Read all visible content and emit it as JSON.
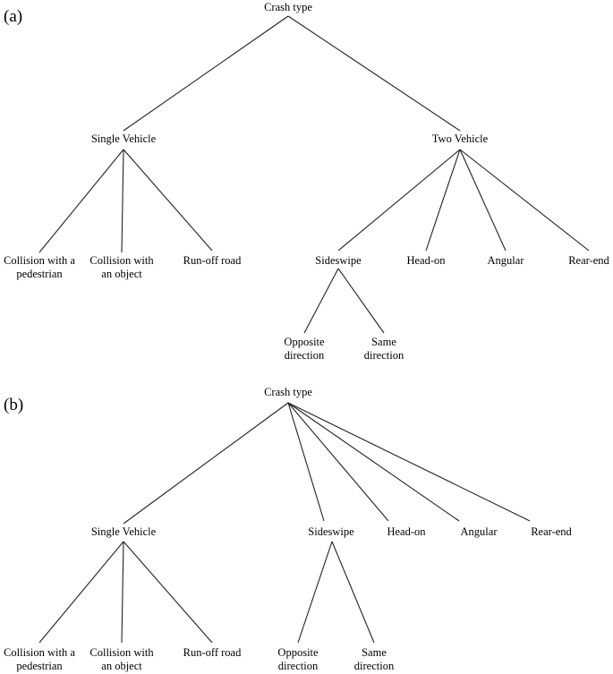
{
  "panels": [
    {
      "label": "(a)",
      "nodes": [
        {
          "id": "root",
          "lines": [
            "Crash type"
          ]
        },
        {
          "id": "single",
          "lines": [
            "Single Vehicle"
          ]
        },
        {
          "id": "two",
          "lines": [
            "Two Vehicle"
          ]
        },
        {
          "id": "ped",
          "lines": [
            "Collision with a",
            "pedestrian"
          ]
        },
        {
          "id": "obj",
          "lines": [
            "Collision with",
            "an object"
          ]
        },
        {
          "id": "run",
          "lines": [
            "Run-off road"
          ]
        },
        {
          "id": "side",
          "lines": [
            "Sideswipe"
          ]
        },
        {
          "id": "head",
          "lines": [
            "Head-on"
          ]
        },
        {
          "id": "ang",
          "lines": [
            "Angular"
          ]
        },
        {
          "id": "rear",
          "lines": [
            "Rear-end"
          ]
        },
        {
          "id": "opp",
          "lines": [
            "Opposite",
            "direction"
          ]
        },
        {
          "id": "same",
          "lines": [
            "Same",
            "direction"
          ]
        }
      ],
      "edges": [
        [
          "root",
          "single"
        ],
        [
          "root",
          "two"
        ],
        [
          "single",
          "ped"
        ],
        [
          "single",
          "obj"
        ],
        [
          "single",
          "run"
        ],
        [
          "two",
          "side"
        ],
        [
          "two",
          "head"
        ],
        [
          "two",
          "ang"
        ],
        [
          "two",
          "rear"
        ],
        [
          "side",
          "opp"
        ],
        [
          "side",
          "same"
        ]
      ]
    },
    {
      "label": "(b)",
      "nodes": [
        {
          "id": "root",
          "lines": [
            "Crash type"
          ]
        },
        {
          "id": "single",
          "lines": [
            "Single Vehicle"
          ]
        },
        {
          "id": "side",
          "lines": [
            "Sideswipe"
          ]
        },
        {
          "id": "head",
          "lines": [
            "Head-on"
          ]
        },
        {
          "id": "ang",
          "lines": [
            "Angular"
          ]
        },
        {
          "id": "rear",
          "lines": [
            "Rear-end"
          ]
        },
        {
          "id": "ped",
          "lines": [
            "Collision with a",
            "pedestrian"
          ]
        },
        {
          "id": "obj",
          "lines": [
            "Collision with",
            "an object"
          ]
        },
        {
          "id": "run",
          "lines": [
            "Run-off road"
          ]
        },
        {
          "id": "opp",
          "lines": [
            "Opposite",
            "direction"
          ]
        },
        {
          "id": "same",
          "lines": [
            "Same",
            "direction"
          ]
        }
      ],
      "edges": [
        [
          "root",
          "single"
        ],
        [
          "root",
          "side"
        ],
        [
          "root",
          "head"
        ],
        [
          "root",
          "ang"
        ],
        [
          "root",
          "rear"
        ],
        [
          "single",
          "ped"
        ],
        [
          "single",
          "obj"
        ],
        [
          "single",
          "run"
        ],
        [
          "side",
          "opp"
        ],
        [
          "side",
          "same"
        ]
      ]
    }
  ]
}
